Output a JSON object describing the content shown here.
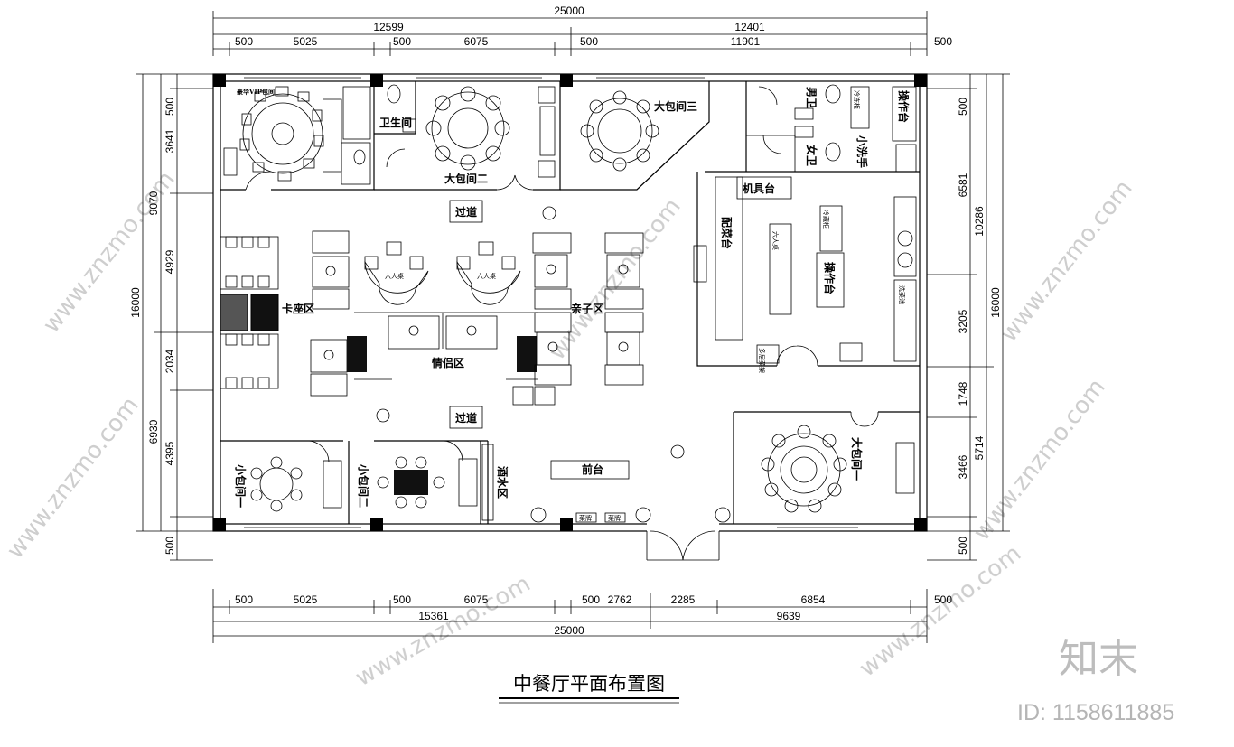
{
  "title": "中餐厅平面布置图",
  "logo": "知末",
  "id_text": "ID: 1158611885",
  "watermark": "www.znzmo.com",
  "dimensions": {
    "top_total": "25000",
    "top_left_half": "12599",
    "top_right_half": "12401",
    "top_segments": [
      "500",
      "5025",
      "500",
      "6075",
      "500",
      "11901",
      "500"
    ],
    "bottom_segments": [
      "500",
      "5025",
      "500",
      "6075",
      "500",
      "2762",
      "2285",
      "6854",
      "500"
    ],
    "bottom_left": "15361",
    "bottom_right": "9639",
    "bottom_total": "25000",
    "left_total": "16000",
    "left_upper": "9070",
    "left_lower": "6930",
    "left_segments": [
      "500",
      "3641",
      "4929",
      "2034",
      "4395",
      "500"
    ],
    "right_total": "16000",
    "right_upper": "10286",
    "right_lower": "5714",
    "right_segments": [
      "500",
      "6581",
      "3205",
      "1748",
      "3466",
      "500"
    ]
  },
  "rooms": {
    "vip": "豪华VIP包间",
    "toilet": "卫生间",
    "big2": "大包间二",
    "big3": "大包间三",
    "big1": "大包间一",
    "small1": "小包间一",
    "small2": "小包间二",
    "booth": "卡座区",
    "couple": "情侣区",
    "family": "亲子区",
    "aisle_top": "过道",
    "aisle_bottom": "过道",
    "bar": "酒水区",
    "reception": "前台",
    "tool_table": "机具台",
    "serving": "配菜台",
    "prep": "操作台",
    "prep2": "操作台",
    "male_wc": "男卫",
    "female_wc": "女卫",
    "wash": "小洗手",
    "six_person": "六人桌",
    "fridge": "冷藏柜",
    "freezer": "冷冻柜",
    "shelf": "多层菜架",
    "sink": "洗菜池",
    "menu": "菜牌"
  }
}
